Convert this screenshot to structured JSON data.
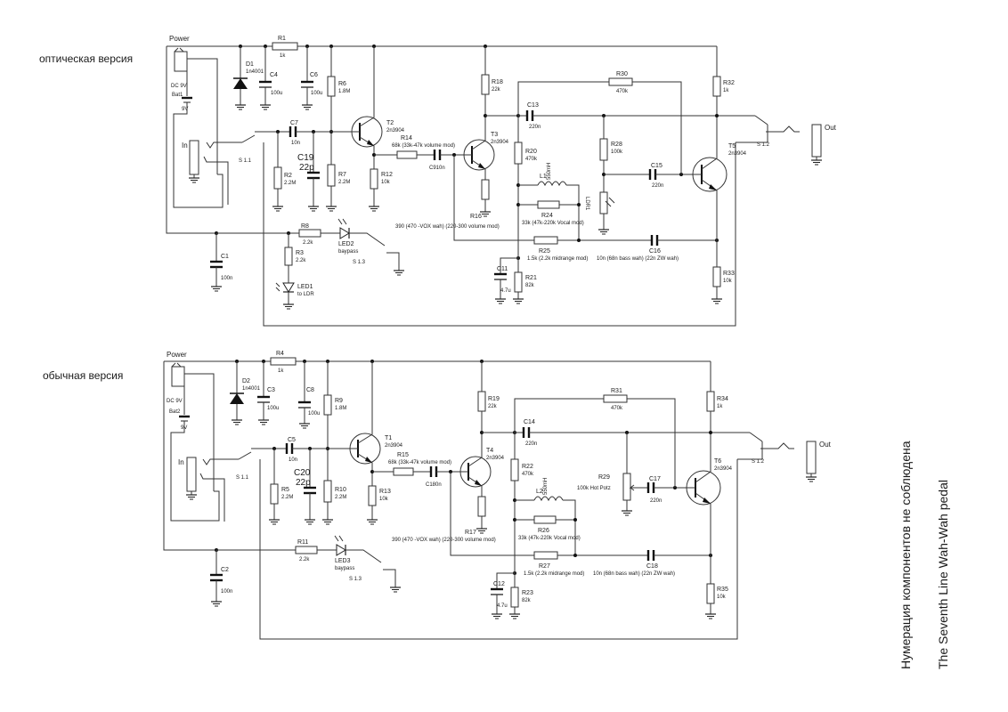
{
  "versions": {
    "optical": "оптическая версия",
    "normal": "обычная версия"
  },
  "side": {
    "note": "Нумерация компонентов не соблюдена",
    "title": "The Seventh Line Wah-Wah pedal"
  },
  "common": {
    "power": "Power",
    "dc9v": "DC 9V",
    "v9": "9V",
    "in": "In",
    "out": "Out",
    "s11": "S 1.1",
    "s12": "S 1.2",
    "s13": "S 1.3",
    "baypass": "baypass",
    "d_type": "1n4001",
    "q_type": "2n3904",
    "r1k": "1k",
    "c100u": "100u",
    "r18M": "1.8M",
    "r22M": "2.2M",
    "r10k": "10k",
    "r22k": "22k",
    "r470k": "470k",
    "r82k": "82k",
    "r100k": "100k",
    "r22kd": "2.2k",
    "c10n": "10n",
    "c220n": "220n",
    "c22p": "22p",
    "c100n": "100n",
    "c47u": "4.7u",
    "l550": "550mH",
    "r14_desc": "68k (33k-47k volume mod)",
    "r16_desc": "390 (470 -VOX wah) (220-300 volume mod)",
    "r24_desc": "33k (47k-220k Vocal mod)",
    "r25_desc": "1.5k (2.2k midrange mod)",
    "c16_desc": "10n (68n bass wah) (22n ZW wah)"
  },
  "top": {
    "bat": "Bat1",
    "d": "D1",
    "c4": "C4",
    "c6": "C6",
    "r1": "R1",
    "r6": "R6",
    "r7": "R7",
    "r2": "R2",
    "c7": "C7",
    "c19": "C19",
    "t2": "T2",
    "r14": "R14",
    "r12": "R12",
    "c9": "C910n",
    "t3": "T3",
    "r18": "R18",
    "r16": "R16",
    "r20": "R20",
    "c13": "C13",
    "r30": "R30",
    "r32": "R32",
    "r28": "R28",
    "c15": "C15",
    "t5": "T5",
    "l1": "L1",
    "ldr": "LDR1",
    "r24": "R24",
    "r25": "R25",
    "c16": "C16",
    "c11": "C11",
    "r21": "R21",
    "r33": "R33",
    "r8": "R8",
    "r3": "R3",
    "led2": "LED2",
    "led1": "LED1",
    "to_ldr": "to LDR",
    "c1": "C1"
  },
  "bottom": {
    "bat": "Bat2",
    "d": "D2",
    "c3": "C3",
    "c8": "C8",
    "r4": "R4",
    "r9": "R9",
    "r10": "R10",
    "r5": "R5",
    "c5": "C5",
    "c20": "C20",
    "t1": "T1",
    "r15": "R15",
    "r13": "R13",
    "c180": "C180n",
    "t4": "T4",
    "r19": "R19",
    "r17": "R17",
    "r22": "R22",
    "c14": "C14",
    "r31": "R31",
    "r34": "R34",
    "r29": "R29",
    "hotpotz": "100k Hot Potz",
    "c17": "C17",
    "t6": "T6",
    "l2": "L2",
    "r26": "R26",
    "r27": "R27",
    "c18": "C18",
    "c12": "C12",
    "r23": "R23",
    "r35": "R35",
    "r11": "R11",
    "led3": "LED3",
    "c2": "C2"
  }
}
